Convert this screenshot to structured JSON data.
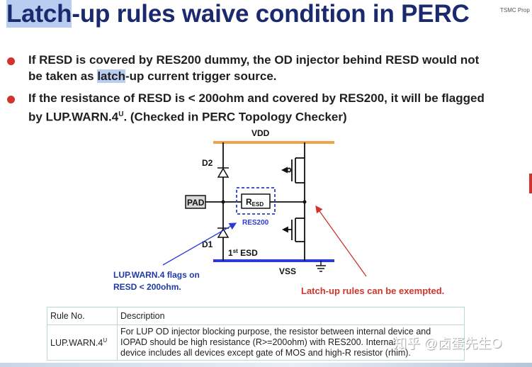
{
  "title": {
    "highlight": "Latch",
    "rest": "-up rules waive condition in PERC"
  },
  "corner_label": "TSMC Prop",
  "bullets": [
    {
      "line1": "If RESD is covered by RES200 dummy, the OD injector behind RESD would not",
      "line2_pre": "be taken as ",
      "line2_hl": "latch",
      "line2_post": "-up current trigger source."
    },
    {
      "line1": "If the resistance of RESD is < 200ohm and covered by RES200, it will be flagged",
      "line2_pre": "by LUP.WARN.4",
      "line2_sup": "U",
      "line2_post": ".  (Checked in PERC Topology Checker)"
    }
  ],
  "diagram": {
    "vdd": "VDD",
    "vss": "VSS",
    "d2": "D2",
    "d1": "D1",
    "pad": "PAD",
    "r_main": "R",
    "r_sub": "ESD",
    "res200": "RES200",
    "esd_sup": "st",
    "esd_num": "1",
    "esd_label": " ESD",
    "flag_line1": "LUP.WARN.4 flags on",
    "flag_line2": "RESD < 200ohm.",
    "exempt_hl": "Latch",
    "exempt_rest": "-up rules can be exempted.",
    "colors": {
      "vdd_rail": "#f0a24a",
      "vss_rail": "#2b3bd6",
      "res200_box": "#2b3bd6",
      "flag_text": "#1f3aa8",
      "exempt_text": "#d0342c"
    }
  },
  "table": {
    "headers": [
      "Rule No.",
      "Description"
    ],
    "rows": [
      {
        "rule": "LUP.WARN.4",
        "rule_sup": "U",
        "desc_lines": [
          "For LUP OD injector blocking purpose, the resistor between internal device and",
          "IOPAD should be high resistance (R>=200ohm) with RES200. Internal",
          "device includes all devices except gate of MOS and high-R resistor (rhim)."
        ]
      }
    ]
  },
  "watermark": "知乎 @卤蛋先生O"
}
